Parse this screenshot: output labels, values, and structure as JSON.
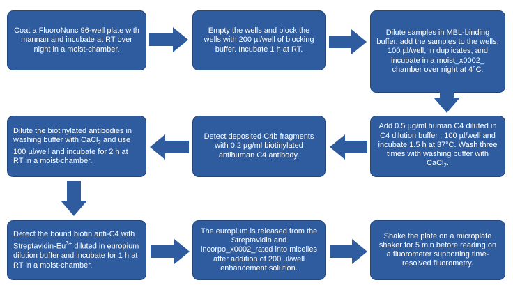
{
  "steps": [
    {
      "text": "Coat a FluoroNunc 96-well plate with mannan and incubate at RT over night in a moist-chamber."
    },
    {
      "text": "Empty the wells and block the wells with 200 µl/well of blocking buffer. Incubate 1 h at RT."
    },
    {
      "text": "Dilute samples in MBL-binding buffer, add the samples to the wells, 100 µl/well, in duplicates, and incubate in a moist_x0002_ chamber over night at 4°C."
    },
    {
      "text_before": "Add 0.5 µg/ml human C4 diluted in C4 dilution buffer , 100 µl/well and incubate 1.5 h at 37°C. Wash three times with washing buffer with CaCl",
      "sub": "2",
      "text_after": "."
    },
    {
      "text": "Detect deposited C4b fragments with 0.2 µg/ml biotinylated antihuman C4 antibody."
    },
    {
      "text_before": "Dilute the biotinylated antibodies in washing buffer with CaCl",
      "sub": "2",
      "text_after": " and use 100 µl/well and incubate for 2 h at RT in a moist-chamber."
    },
    {
      "text_before": "Detect the bound biotin anti-C4 with Streptavidin-Eu",
      "sup": "3+",
      "text_after": " diluted in europium dilution buffer and incubate for 1 h at RT in a moist-chamber."
    },
    {
      "text": "The europium is released from the Streptavidin and incorpo_x0002_rated into micelles after addition of 200 µl/well enhancement solution."
    },
    {
      "text": "Shake the plate on a microplate shaker for 5 min before reading on a fluorometer supporting time-resolved fluorometry."
    }
  ],
  "colors": {
    "box_fill": "#2e5c9e",
    "box_border": "#23467c",
    "arrow_fill": "#2e5c9e",
    "text": "#ffffff"
  }
}
